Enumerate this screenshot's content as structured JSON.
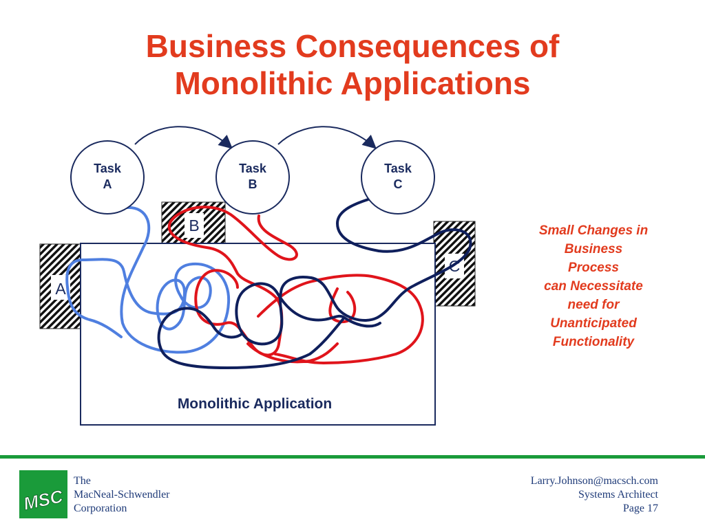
{
  "slide": {
    "title_line1": "Business Consequences of",
    "title_line2": "Monolithic Applications",
    "page_label": "Page 17"
  },
  "tasks": [
    {
      "line1": "Task",
      "line2": "A"
    },
    {
      "line1": "Task",
      "line2": "B"
    },
    {
      "line1": "Task",
      "line2": "C"
    }
  ],
  "modules": {
    "a_label": "A",
    "b_label": "B",
    "c_label": "C"
  },
  "monolith": {
    "label": "Monolithic Application"
  },
  "side_note": {
    "lines": [
      "Small Changes in",
      "Business",
      "Process",
      "can Necessitate",
      "need for",
      "Unanticipated",
      "Functionality"
    ]
  },
  "footer": {
    "company_lines": [
      "The",
      "MacNeal-Schwendler",
      "Corporation"
    ],
    "logo_text": "MSC",
    "email": "Larry.Johnson@macsch.com",
    "role": "Systems Architect"
  },
  "colors": {
    "title": "#e23b1e",
    "spaghetti_blue": "#4f7fe0",
    "spaghetti_red": "#e0141b",
    "spaghetti_navy": "#0f1f5c",
    "footer_green": "#1a9b3a",
    "footer_text": "#1e3a78"
  }
}
